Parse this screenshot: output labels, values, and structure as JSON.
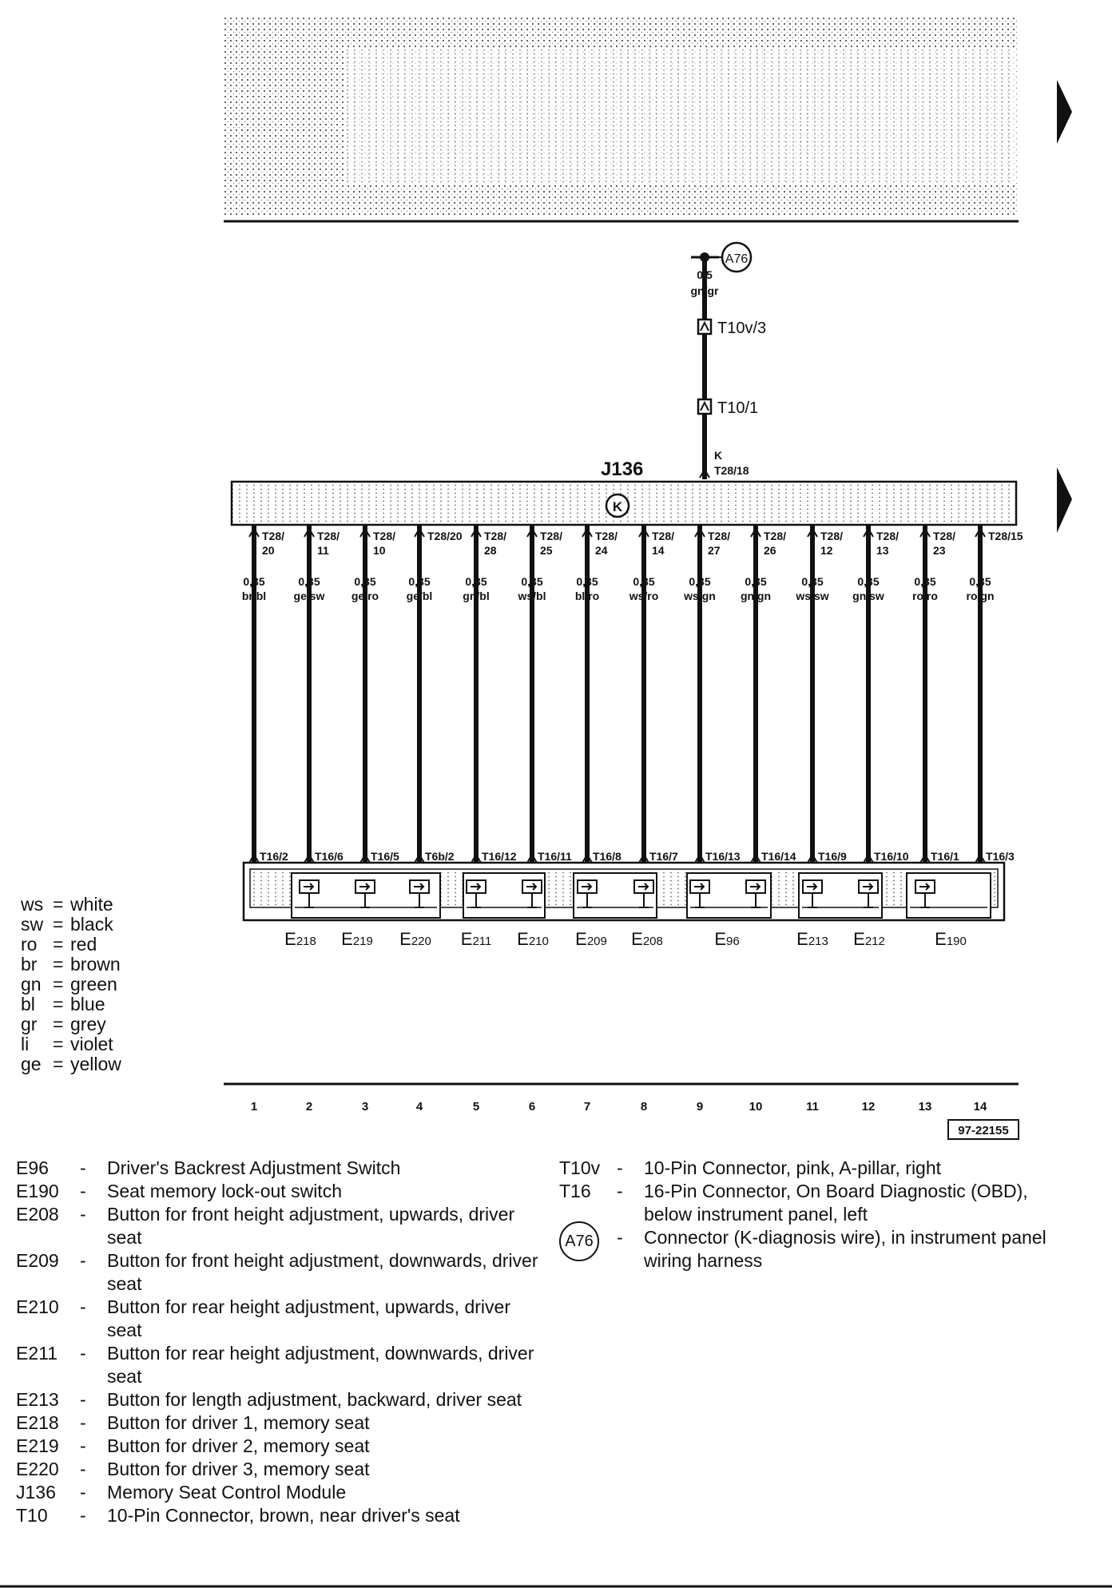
{
  "connector_ground": {
    "label": "A76",
    "wire_size": "0,5",
    "wire_color": "gn/gr"
  },
  "inline_connectors": [
    {
      "label": "T10v/3"
    },
    {
      "label": "T10/1"
    }
  ],
  "module": {
    "label": "J136",
    "k_symbol": "K",
    "input_signal": "K",
    "input_pin": "T28/18"
  },
  "wires": [
    {
      "num": "1",
      "t28": "T28/ 20",
      "size": "0,35",
      "color": "br/bl",
      "t16": "T16/2"
    },
    {
      "num": "2",
      "t28": "T28/ 11",
      "size": "0,35",
      "color": "ge/sw",
      "t16": "T16/6"
    },
    {
      "num": "3",
      "t28": "T28/ 10",
      "size": "0,35",
      "color": "ge/ro",
      "t16": "T16/5"
    },
    {
      "num": "4",
      "t28": "T28/20",
      "size": "0,35",
      "color": "ge/bl",
      "t16": "T6b/2"
    },
    {
      "num": "5",
      "t28": "T28/ 28",
      "size": "0,35",
      "color": "gn/bl",
      "t16": "T16/12"
    },
    {
      "num": "6",
      "t28": "T28/ 25",
      "size": "0,35",
      "color": "ws/bl",
      "t16": "T16/11"
    },
    {
      "num": "7",
      "t28": "T28/ 24",
      "size": "0,35",
      "color": "bl/ro",
      "t16": "T16/8"
    },
    {
      "num": "8",
      "t28": "T28/ 14",
      "size": "0,35",
      "color": "ws/ro",
      "t16": "T16/7"
    },
    {
      "num": "9",
      "t28": "T28/ 27",
      "size": "0,35",
      "color": "ws/gn",
      "t16": "T16/13"
    },
    {
      "num": "10",
      "t28": "T28/ 26",
      "size": "0,35",
      "color": "gn/gn",
      "t16": "T16/14"
    },
    {
      "num": "11",
      "t28": "T28/ 12",
      "size": "0,35",
      "color": "ws/sw",
      "t16": "T16/9"
    },
    {
      "num": "12",
      "t28": "T28/ 13",
      "size": "0,35",
      "color": "gn/sw",
      "t16": "T16/10"
    },
    {
      "num": "13",
      "t28": "T28/ 23",
      "size": "0,35",
      "color": "ro/ro",
      "t16": "T16/1"
    },
    {
      "num": "14",
      "t28": "T28/15",
      "size": "0,35",
      "color": "ro/gn",
      "t16": "T16/3"
    }
  ],
  "components": [
    {
      "label": "E218"
    },
    {
      "label": "E219"
    },
    {
      "label": "E220"
    },
    {
      "label": "E211"
    },
    {
      "label": "E210"
    },
    {
      "label": "E209"
    },
    {
      "label": "E208"
    },
    {
      "label": "E96"
    },
    {
      "label": "E213"
    },
    {
      "label": "E212"
    },
    {
      "label": "E190"
    }
  ],
  "figure_id": "97-22155",
  "color_key": [
    {
      "code": "ws",
      "name": "white"
    },
    {
      "code": "sw",
      "name": "black"
    },
    {
      "code": "ro",
      "name": "red"
    },
    {
      "code": "br",
      "name": "brown"
    },
    {
      "code": "gn",
      "name": "green"
    },
    {
      "code": "bl",
      "name": "blue"
    },
    {
      "code": "gr",
      "name": "grey"
    },
    {
      "code": "li",
      "name": "violet"
    },
    {
      "code": "ge",
      "name": "yellow"
    }
  ],
  "legend_left": [
    {
      "code": "E96",
      "desc": "Driver's Backrest Adjustment Switch"
    },
    {
      "code": "E190",
      "desc": "Seat memory lock-out switch"
    },
    {
      "code": "E208",
      "desc": "Button for front height adjustment, upwards, driver seat"
    },
    {
      "code": "E209",
      "desc": "Button for front height adjustment, downwards, driver seat"
    },
    {
      "code": "E210",
      "desc": "Button for rear height adjustment, upwards, driver seat"
    },
    {
      "code": "E211",
      "desc": "Button for rear height adjustment, downwards, driver seat"
    },
    {
      "code": "E213",
      "desc": "Button for length adjustment, backward, driver seat"
    },
    {
      "code": "E218",
      "desc": "Button for driver 1, memory seat"
    },
    {
      "code": "E219",
      "desc": "Button for driver 2, memory seat"
    },
    {
      "code": "E220",
      "desc": "Button for driver 3, memory seat"
    },
    {
      "code": "J136",
      "desc": "Memory Seat Control Module"
    },
    {
      "code": "T10",
      "desc": "10-Pin Connector, brown, near driver's seat"
    }
  ],
  "legend_right": [
    {
      "code": "T10v",
      "desc": "10-Pin Connector, pink, A-pillar, right"
    },
    {
      "code": "T16",
      "desc": "16-Pin Connector, On Board Diagnostic (OBD), below instrument panel, left"
    },
    {
      "code": "A76",
      "desc": "Connector (K-diagnosis wire), in instrument panel wiring harness",
      "badge": true
    }
  ]
}
